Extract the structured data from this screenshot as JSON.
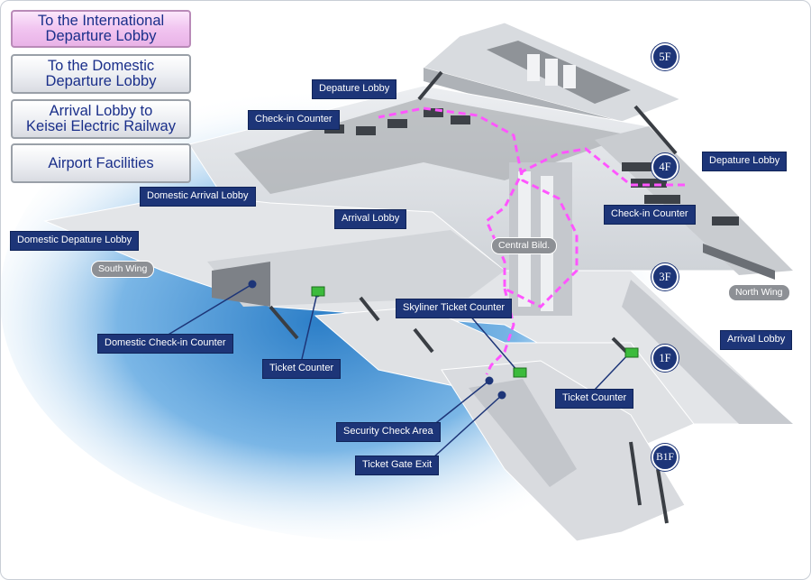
{
  "colors": {
    "route": "#ff55ff",
    "label_bg": "#1d3578",
    "floor_slab": "#e1e3e6",
    "water": "#6aaedf"
  },
  "nav": [
    {
      "line1": "To the International",
      "line2": "Departure Lobby",
      "active": true
    },
    {
      "line1": "To the Domestic",
      "line2": "Departure Lobby",
      "active": false
    },
    {
      "line1": "Arrival Lobby to",
      "line2": "Keisei Electric Railway",
      "active": false
    },
    {
      "line1": "Airport Facilities",
      "line2": "",
      "active": false
    }
  ],
  "floors": {
    "f5": "5F",
    "f4": "4F",
    "f3": "3F",
    "f1": "1F",
    "b1": "B1F"
  },
  "labels": {
    "depature_lobby_left": "Depature Lobby",
    "checkin_left": "Check-in Counter",
    "domestic_arrival": "Domestic Arrival Lobby",
    "arrival_center": "Arrival Lobby",
    "domestic_depature": "Domestic Depature Lobby",
    "depature_lobby_right": "Depature Lobby",
    "checkin_right": "Check-in Counter",
    "arrival_right": "Arrival Lobby",
    "domestic_checkin": "Domestic Check-in Counter",
    "ticket_counter_left": "Ticket Counter",
    "skyliner": "Skyliner Ticket Counter",
    "ticket_counter_right": "Ticket Counter",
    "security": "Security Check Area",
    "gate_exit": "Ticket Gate Exit"
  },
  "pills": {
    "south": "South Wing",
    "north": "North Wing",
    "central": "Central Bild."
  },
  "icons": {
    "floor": "floor-badge-icon",
    "marker": "location-marker-icon",
    "counter": "ticket-counter-icon"
  }
}
